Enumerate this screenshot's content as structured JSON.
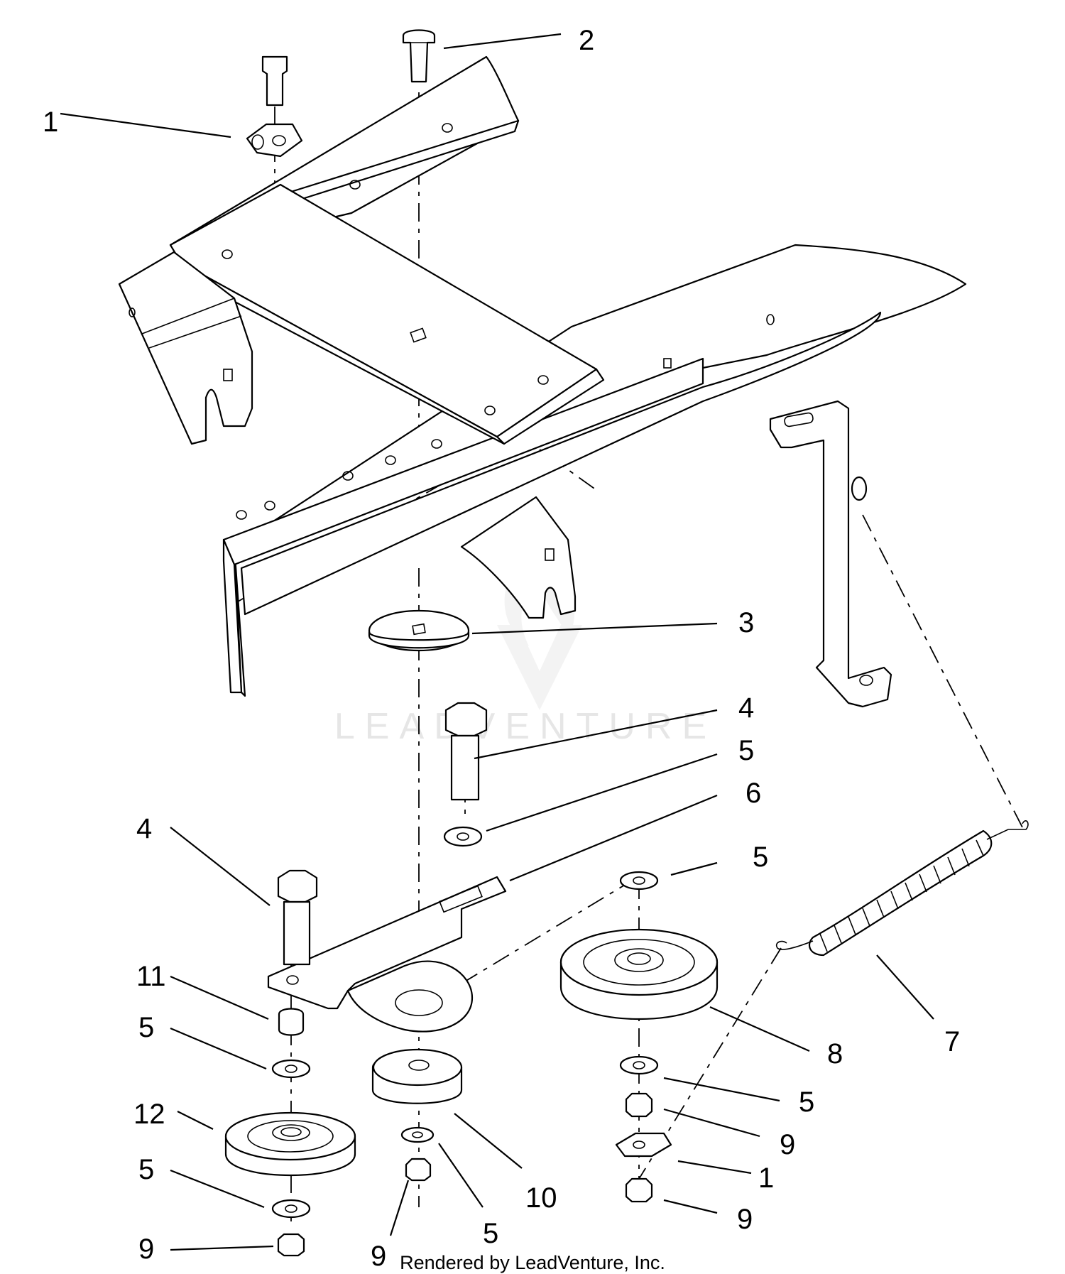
{
  "callouts": [
    {
      "label": "1",
      "part": "bracket-top"
    },
    {
      "label": "2",
      "part": "carriage-bolt"
    },
    {
      "label": "3",
      "part": "large-flat-washer"
    },
    {
      "label": "4",
      "part": "cap-screw"
    },
    {
      "label": "5",
      "part": "washer"
    },
    {
      "label": "6",
      "part": "idler-arm"
    },
    {
      "label": "5",
      "part": "washer-upper-right"
    },
    {
      "label": "4",
      "part": "cap-screw-left"
    },
    {
      "label": "11",
      "part": "spacer"
    },
    {
      "label": "5",
      "part": "washer-left"
    },
    {
      "label": "12",
      "part": "idler-pulley-left"
    },
    {
      "label": "5",
      "part": "washer-left-lower"
    },
    {
      "label": "9",
      "part": "nut-left"
    },
    {
      "label": "10",
      "part": "idler-pulley-center"
    },
    {
      "label": "5",
      "part": "washer-center"
    },
    {
      "label": "9",
      "part": "nut-center"
    },
    {
      "label": "8",
      "part": "idler-pulley-right"
    },
    {
      "label": "5",
      "part": "washer-right"
    },
    {
      "label": "9",
      "part": "nut-right-upper"
    },
    {
      "label": "1",
      "part": "bracket-bottom"
    },
    {
      "label": "9",
      "part": "nut-right-lower"
    },
    {
      "label": "7",
      "part": "extension-spring"
    }
  ],
  "watermark": "LEADVENTURE",
  "footer": "Rendered by LeadVenture, Inc."
}
